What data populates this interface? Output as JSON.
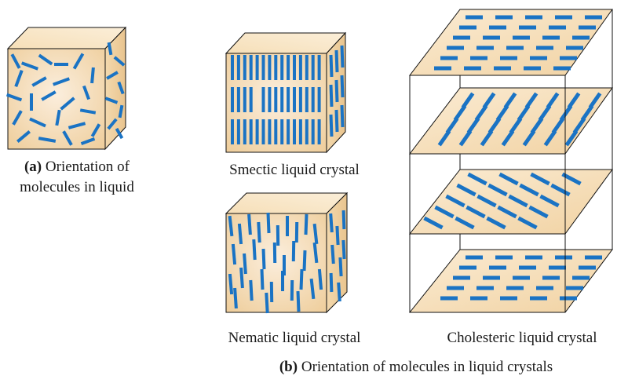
{
  "captions": {
    "a_label": "(a)",
    "a_line1": " Orientation of",
    "a_line2": "molecules in liquid",
    "smectic": "Smectic liquid crystal",
    "nematic": "Nematic liquid crystal",
    "cholesteric": "Cholesteric liquid crystal",
    "b_label": "(b)",
    "b_text": " Orientation of molecules in liquid crystals"
  },
  "colors": {
    "molecule": "#1a73c4",
    "face_front": "#f5dcb0",
    "face_side": "#efd09c",
    "face_top": "#f9e6c6",
    "edge": "#111111"
  }
}
